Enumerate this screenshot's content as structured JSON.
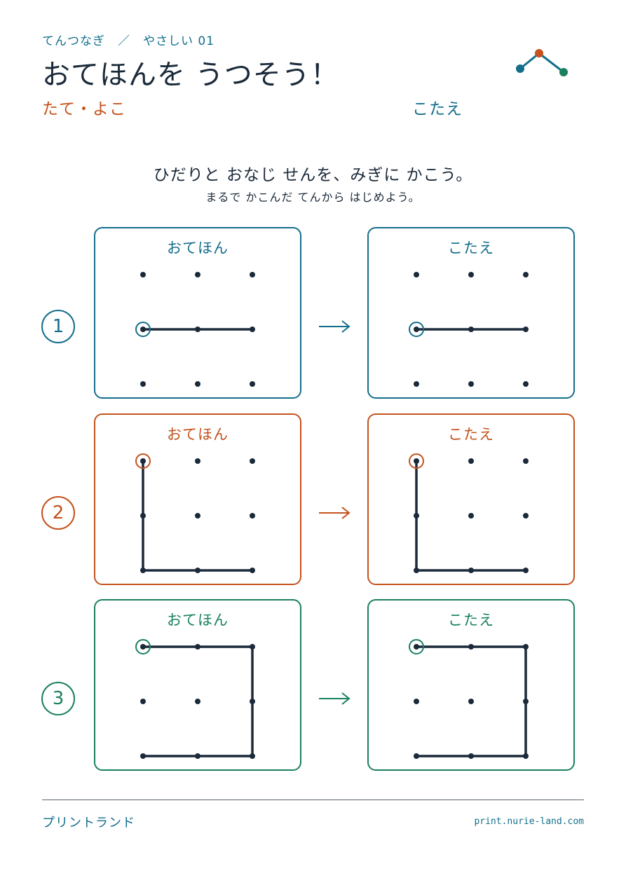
{
  "header": {
    "series": "てんつなぎ　／　やさしい 01",
    "title": "おてほんを うつそう！",
    "category": "たて・よこ",
    "answer_label": "こたえ"
  },
  "logo": {
    "icon": "dot-connect-logo-icon",
    "colors": [
      "#136e8c",
      "#c4521c",
      "#1a8060"
    ]
  },
  "instructions": {
    "line1": "ひだりと おなじ せんを、みぎに かこう。",
    "line2": "まるで かこんだ てんから はじめよう。"
  },
  "colors": {
    "line": "#1b2a3a",
    "dot": "#1b2a3a"
  },
  "problems": [
    {
      "number": "1",
      "color": "#136e8c",
      "model_label": "おてほん",
      "answer_label": "こたえ",
      "start": [
        0,
        1
      ],
      "path": [
        [
          0,
          1
        ],
        [
          1,
          1
        ],
        [
          2,
          1
        ]
      ]
    },
    {
      "number": "2",
      "color": "#c4521c",
      "model_label": "おてほん",
      "answer_label": "こたえ",
      "start": [
        0,
        0
      ],
      "path": [
        [
          0,
          0
        ],
        [
          0,
          1
        ],
        [
          0,
          2
        ],
        [
          1,
          2
        ],
        [
          2,
          2
        ]
      ]
    },
    {
      "number": "3",
      "color": "#1a8060",
      "model_label": "おてほん",
      "answer_label": "こたえ",
      "start": [
        0,
        0
      ],
      "path": [
        [
          0,
          0
        ],
        [
          1,
          0
        ],
        [
          2,
          0
        ],
        [
          2,
          1
        ],
        [
          2,
          2
        ],
        [
          1,
          2
        ],
        [
          0,
          2
        ]
      ]
    }
  ],
  "footer": {
    "brand": "プリントランド",
    "url": "print.nurie-land.com"
  }
}
